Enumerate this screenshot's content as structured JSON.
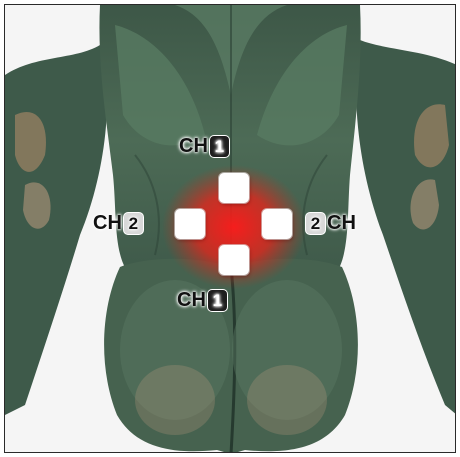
{
  "image": {
    "subject": "muscular back with electrode pads on lower back",
    "colors": {
      "muscle": "#4a6a55",
      "skin_highlight": "#c9a183",
      "glow": "#ff2a2a",
      "electrode": "#ffffff"
    }
  },
  "labels": {
    "top": {
      "text": "CH",
      "channel": "1"
    },
    "left": {
      "text": "CH",
      "channel": "2"
    },
    "right": {
      "text": "CH",
      "channel": "2"
    },
    "bottom": {
      "text": "CH",
      "channel": "1"
    }
  },
  "electrodes": [
    {
      "name": "top",
      "channel": "1"
    },
    {
      "name": "left",
      "channel": "2"
    },
    {
      "name": "right",
      "channel": "2"
    },
    {
      "name": "bottom",
      "channel": "1"
    }
  ]
}
